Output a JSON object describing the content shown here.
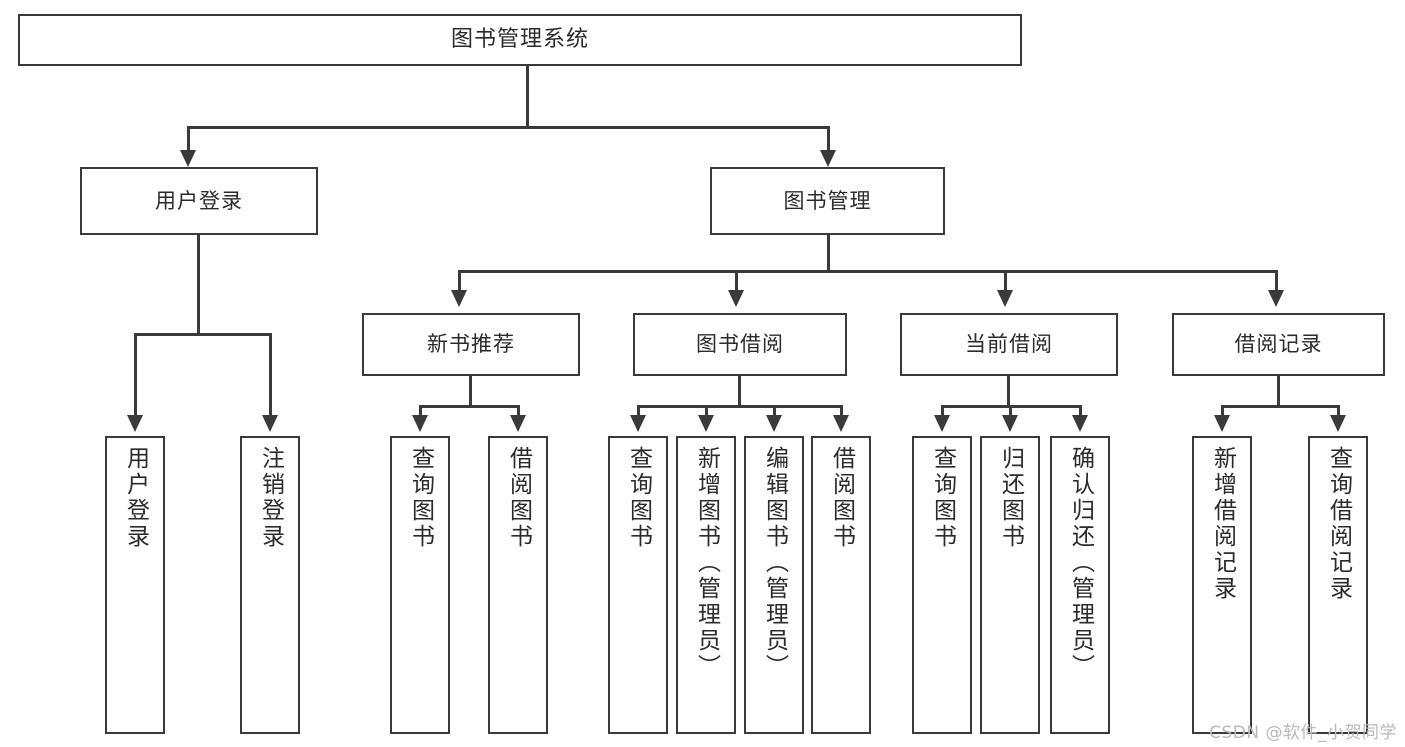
{
  "diagram": {
    "title": "图书管理系统",
    "type": "tree-hierarchy-diagram",
    "watermark": "CSDN @软件_小贺同学",
    "colors": {
      "stroke": "#3a3a3a",
      "fill": "#ffffff",
      "text": "#2b2b2b",
      "watermark": "#b9b9b9"
    }
  },
  "nodes": {
    "root": {
      "label": "图书管理系统"
    },
    "level2": [
      {
        "id": "user-login",
        "label": "用户登录"
      },
      {
        "id": "book-manage",
        "label": "图书管理"
      }
    ],
    "level3": [
      {
        "id": "new-book-recommend",
        "label": "新书推荐"
      },
      {
        "id": "book-borrow",
        "label": "图书借阅"
      },
      {
        "id": "current-borrow",
        "label": "当前借阅"
      },
      {
        "id": "borrow-record",
        "label": "借阅记录"
      }
    ],
    "leaves": {
      "user_login": [
        {
          "id": "leaf-user-login",
          "label": "用户登录"
        },
        {
          "id": "leaf-logout",
          "label": "注销登录"
        }
      ],
      "new_book_recommend": [
        {
          "id": "leaf-query-book-1",
          "label": "查询图书"
        },
        {
          "id": "leaf-borrow-book-1",
          "label": "借阅图书"
        }
      ],
      "book_borrow": [
        {
          "id": "leaf-query-book-2",
          "label": "查询图书"
        },
        {
          "id": "leaf-add-book",
          "label": "新增图书（管理员）"
        },
        {
          "id": "leaf-edit-book",
          "label": "编辑图书（管理员）"
        },
        {
          "id": "leaf-borrow-book-2",
          "label": "借阅图书"
        }
      ],
      "current_borrow": [
        {
          "id": "leaf-query-book-3",
          "label": "查询图书"
        },
        {
          "id": "leaf-return-book",
          "label": "归还图书"
        },
        {
          "id": "leaf-confirm-return",
          "label": "确认归还（管理员）"
        }
      ],
      "borrow_record": [
        {
          "id": "leaf-add-record",
          "label": "新增借阅记录"
        },
        {
          "id": "leaf-query-record",
          "label": "查询借阅记录"
        }
      ]
    }
  }
}
